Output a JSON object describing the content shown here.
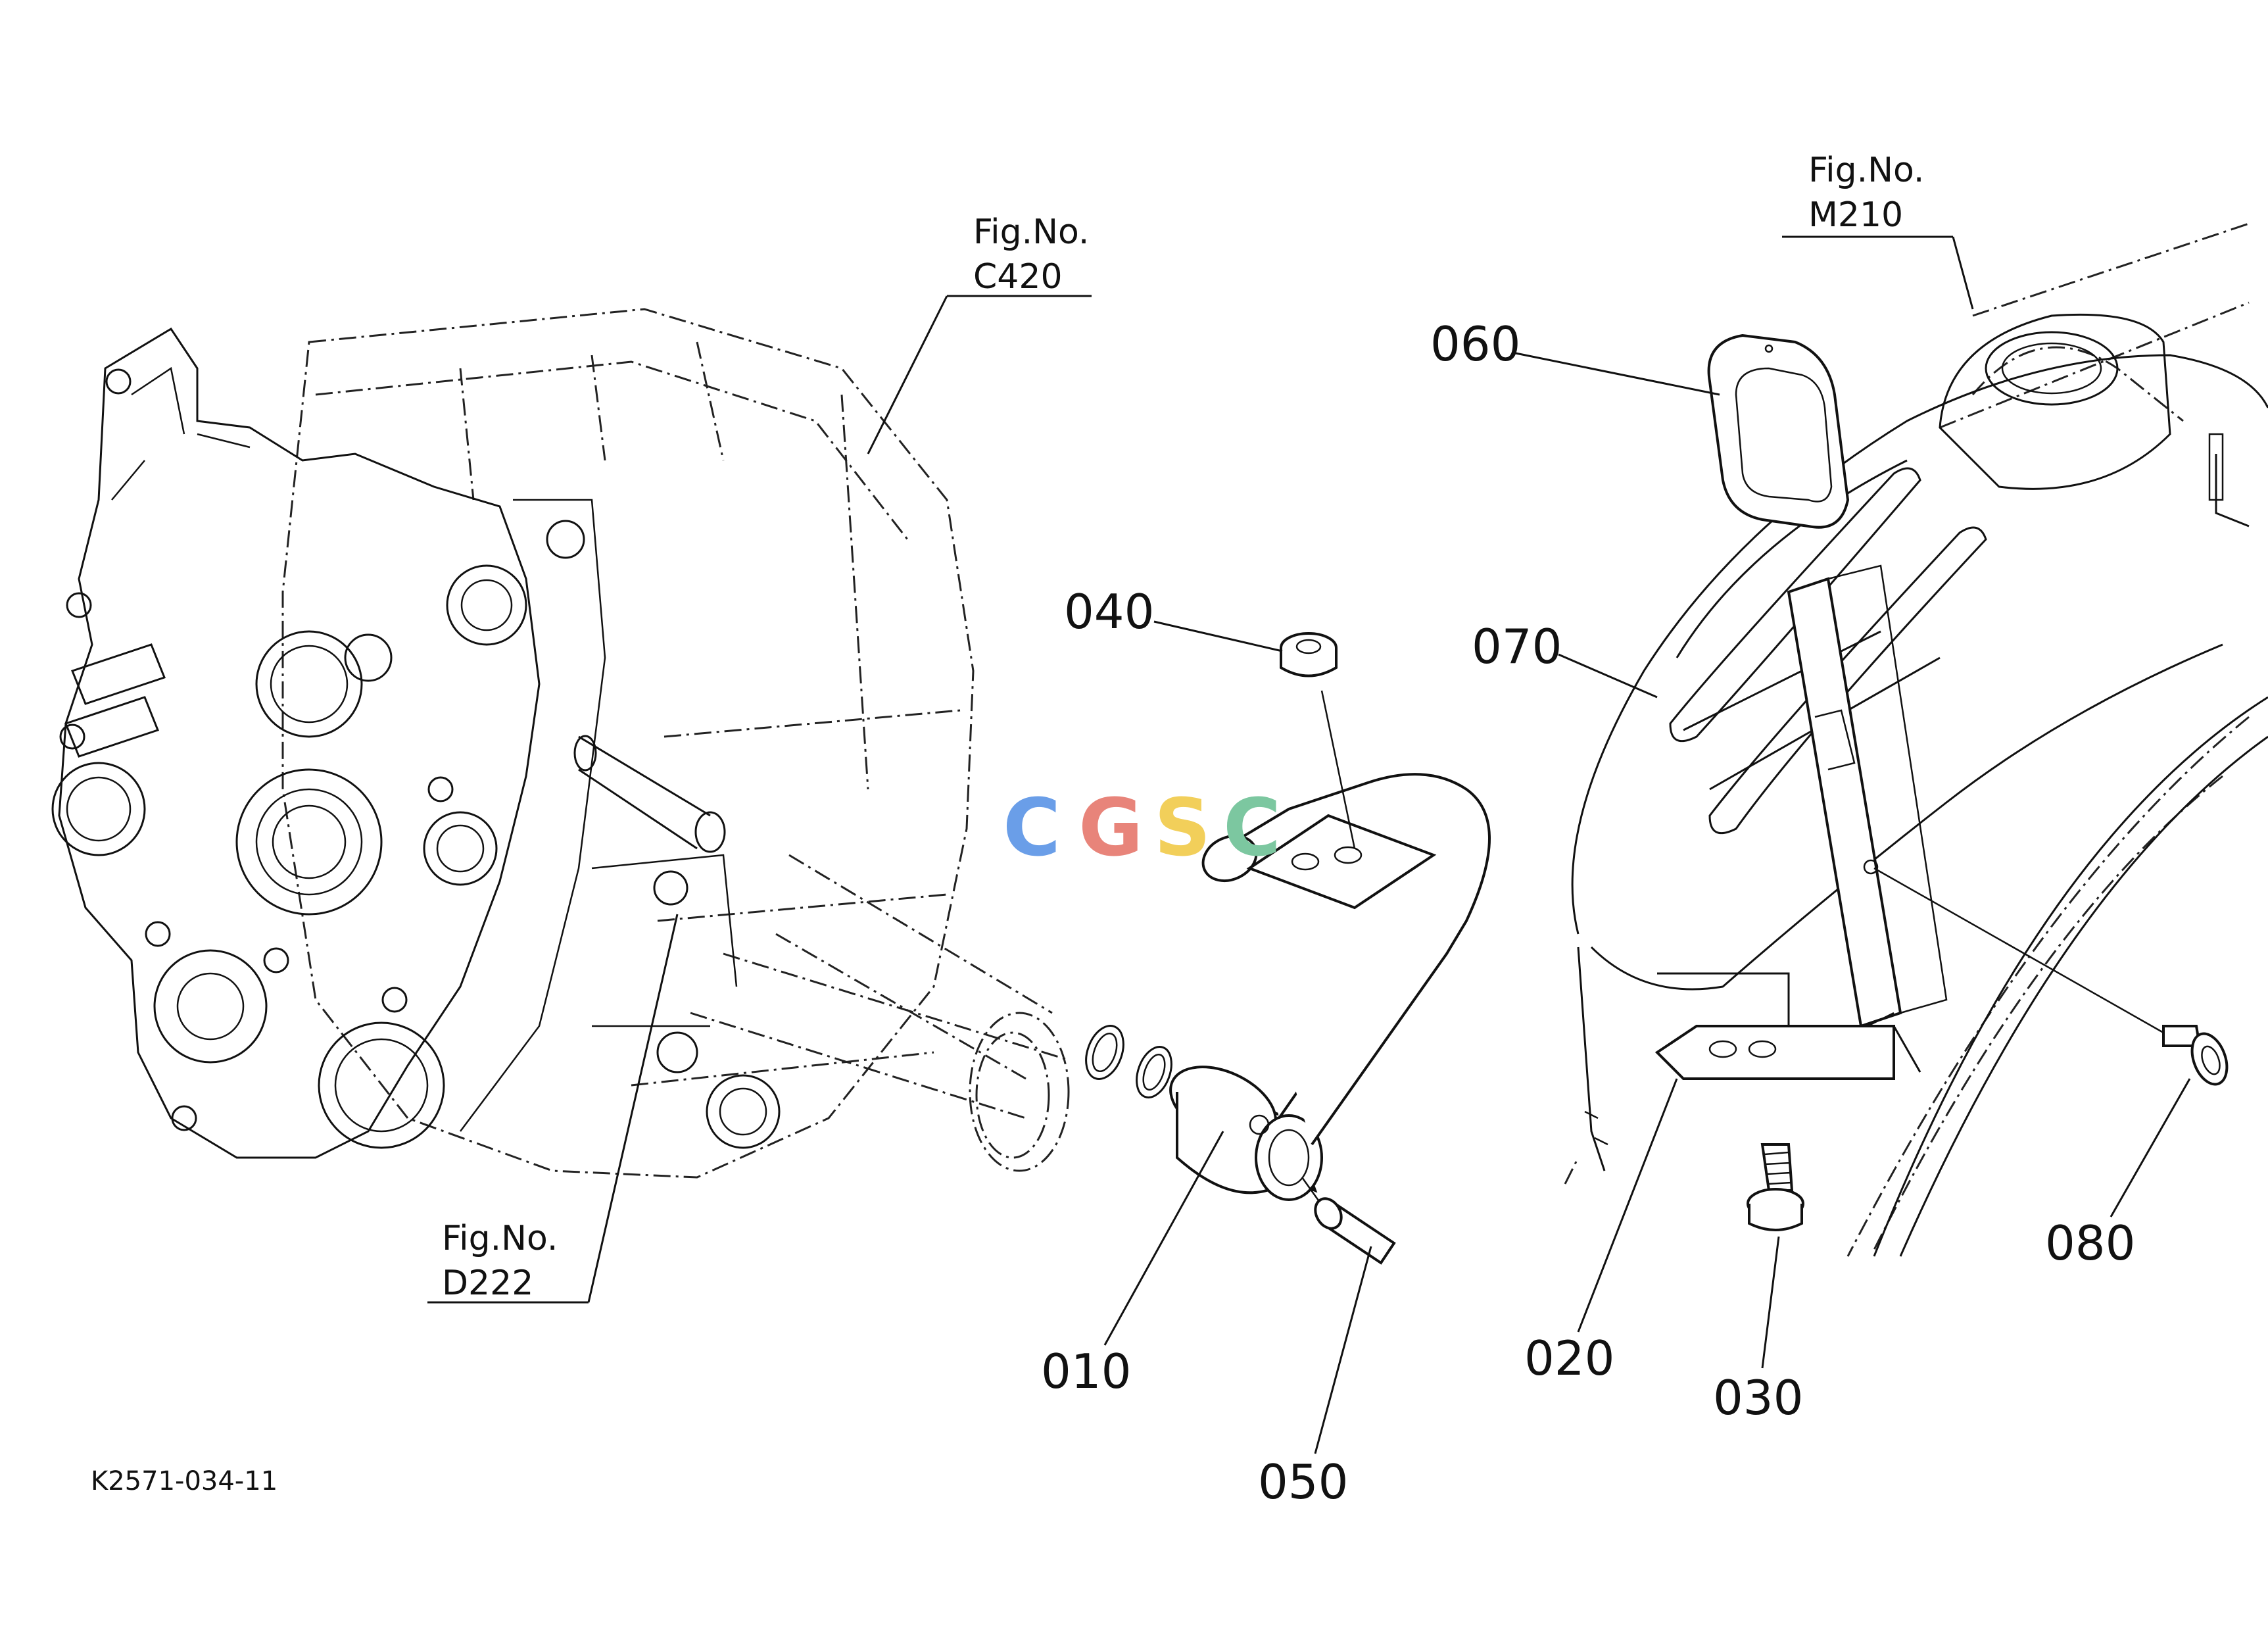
{
  "callouts": {
    "p010": "010",
    "p020": "020",
    "p030": "030",
    "p040": "040",
    "p050": "050",
    "p060": "060",
    "p070": "070",
    "p080": "080"
  },
  "figure_refs": {
    "c420": {
      "line1": "Fig.No.",
      "line2": "C420"
    },
    "m210": {
      "line1": "Fig.No.",
      "line2": "M210"
    },
    "d222": {
      "line1": "Fig.No.",
      "line2": "D222"
    }
  },
  "drawing_code": "K2571-034-11",
  "watermark": {
    "letters": [
      "C",
      "G",
      "S",
      "C"
    ],
    "colors": [
      "#6a9ee8",
      "#e8847a",
      "#f2cf5a",
      "#7cc7a0"
    ]
  }
}
